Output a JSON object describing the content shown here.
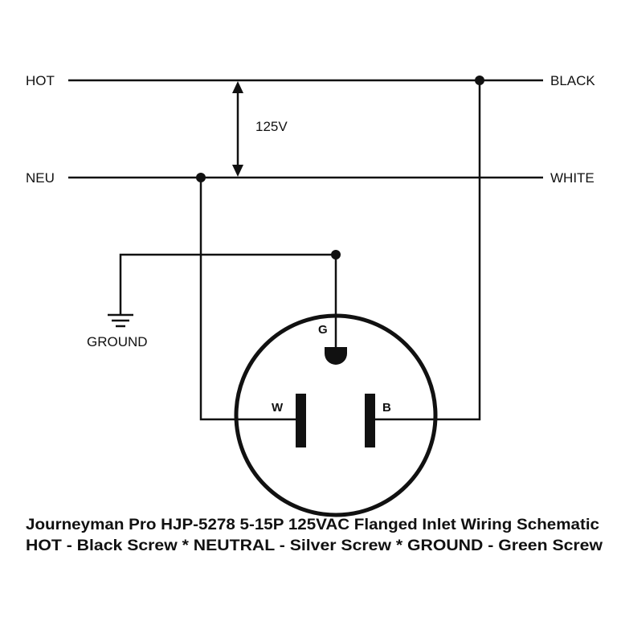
{
  "labels": {
    "hot": "HOT",
    "neu": "NEU",
    "black": "BLACK",
    "white": "WHITE",
    "voltage": "125V",
    "ground": "GROUND",
    "pin_g": "G",
    "pin_w": "W",
    "pin_b": "B"
  },
  "caption": {
    "line1": "Journeyman Pro HJP-5278 5-15P 125VAC Flanged Inlet Wiring Schematic",
    "line2": "HOT - Black Screw * NEUTRAL - Silver Screw * GROUND - Green Screw"
  }
}
